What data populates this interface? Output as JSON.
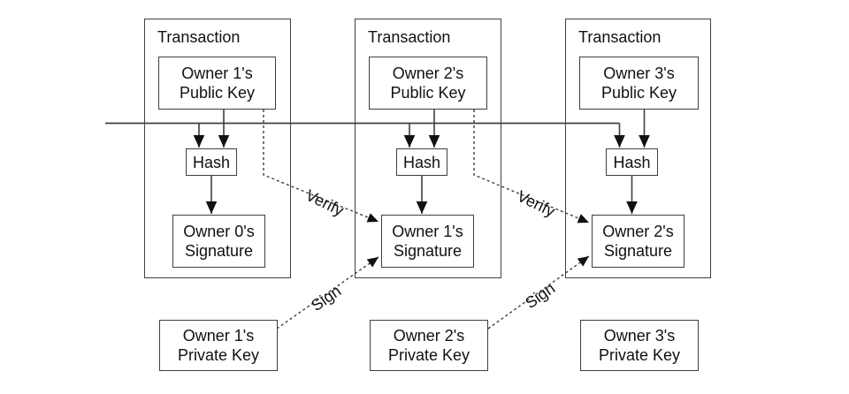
{
  "transactions": [
    {
      "title": "Transaction",
      "public_key": "Owner 1's\nPublic Key",
      "hash": "Hash",
      "signature": "Owner 0's\nSignature"
    },
    {
      "title": "Transaction",
      "public_key": "Owner 2's\nPublic Key",
      "hash": "Hash",
      "signature": "Owner 1's\nSignature"
    },
    {
      "title": "Transaction",
      "public_key": "Owner 3's\nPublic Key",
      "hash": "Hash",
      "signature": "Owner 2's\nSignature"
    }
  ],
  "private_keys": [
    {
      "label": "Owner 1's\nPrivate Key"
    },
    {
      "label": "Owner 2's\nPrivate Key"
    },
    {
      "label": "Owner 3's\nPrivate Key"
    }
  ],
  "edge_labels": {
    "verify": "Verify",
    "sign": "Sign"
  },
  "colors": {
    "line": "#3f3f3f",
    "arrowhead": "#111111",
    "text": "#111111",
    "background": "#ffffff"
  }
}
